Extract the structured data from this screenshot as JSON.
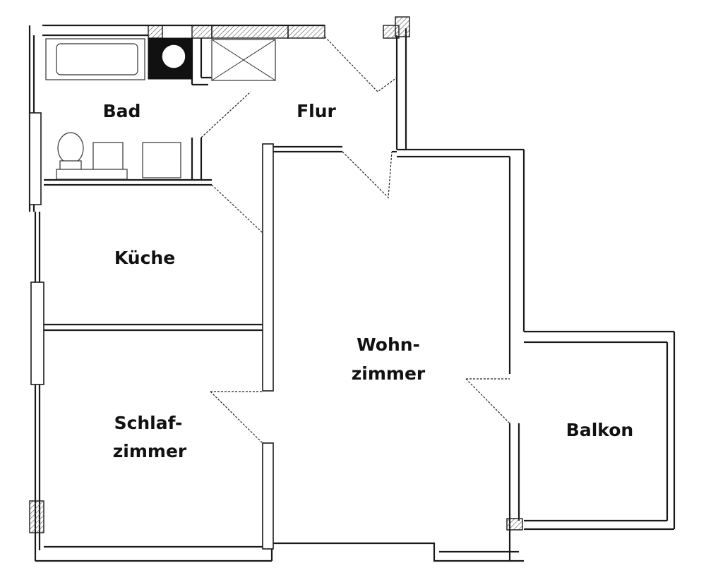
{
  "rooms": {
    "bad": "Bad",
    "flur": "Flur",
    "kueche": "Küche",
    "wohn_line1": "Wohn-",
    "wohn_line2": "zimmer",
    "schlaf_line1": "Schlaf-",
    "schlaf_line2": "zimmer",
    "balkon": "Balkon"
  },
  "icons": {
    "chimney": "chimney-icon",
    "toilet": "toilet-icon",
    "bathtub": "bathtub-icon",
    "shower": "shower-icon"
  }
}
